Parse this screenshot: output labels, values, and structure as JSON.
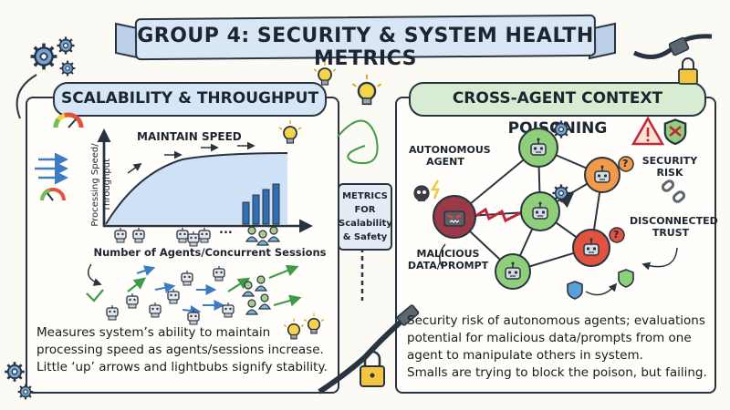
{
  "title": "GROUP 4: SECURITY & SYSTEM HEALTH METRICS",
  "left_panel": {
    "header": "SCALABILITY & THROUGHPUT",
    "chart_title": "MAINTAIN SPEED",
    "y_axis_label": "Processing Speed/ Throughput",
    "x_axis_label": "Number of Agents/Concurrent Sessions",
    "axis_ellipsis": "...",
    "description_lines": [
      "Measures system’s ability to maintain",
      "processing speed as agents/sessions increase.",
      "Little ‘up’ arrows and lightbubs signify stability."
    ]
  },
  "center_sign": {
    "lines": [
      "METRICS",
      "FOR",
      "Scalability",
      "& Safety"
    ]
  },
  "right_panel": {
    "header": "CROSS-AGENT CONTEXT POISONING",
    "labels": {
      "autonomous_agent": [
        "AUTONOMOUS",
        "AGENT"
      ],
      "malicious": [
        "MALICIOUS",
        "DATA/PROMPT"
      ],
      "security_risk": [
        "SECURITY",
        "RISK"
      ],
      "disconnected_trust": [
        "DISCONNECTED",
        "TRUST"
      ]
    },
    "question_mark": "?",
    "description_lines": [
      "Security risk of autonomous agents; evaluations",
      "potential for malicious data/prompts from one",
      "agent to manipulate others in system.",
      "Smalls are trying to block the poison, but failing."
    ]
  },
  "colors": {
    "ink": "#2a3440",
    "blue_header": "#d7e6f7",
    "green_header": "#d8ecd2",
    "agent_green": "#8fcf7c",
    "agent_orange": "#f19a4a",
    "agent_red": "#e0533f",
    "bar_blue": "#2f6fb4",
    "bulb_yellow": "#f6d44a"
  }
}
